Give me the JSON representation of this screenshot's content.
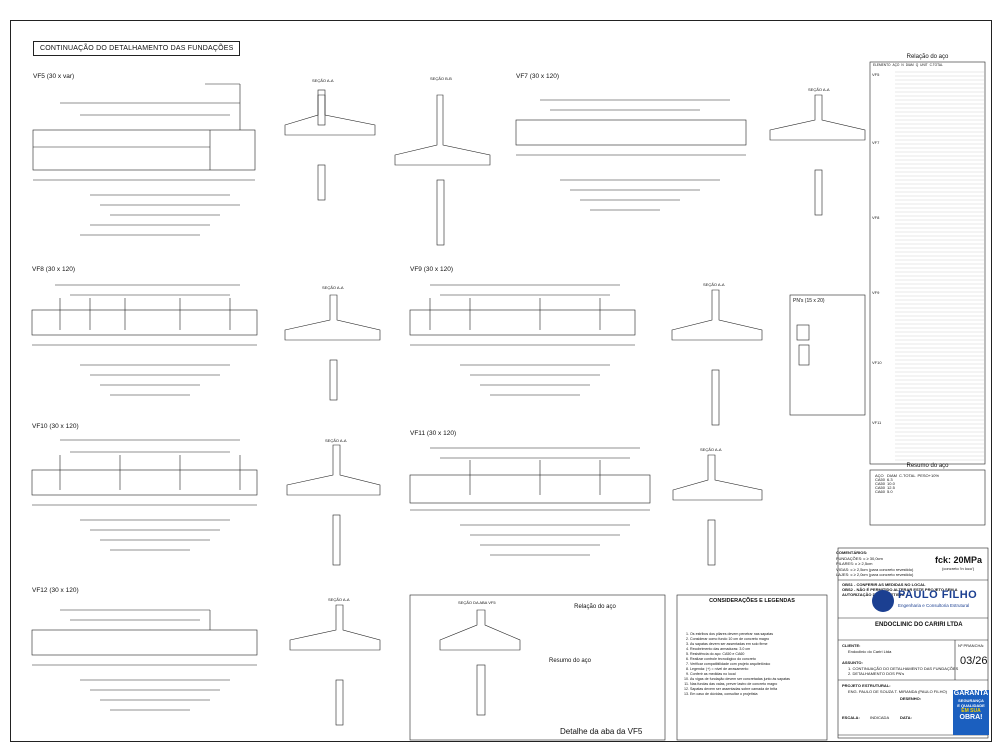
{
  "section_title": "CONTINUAÇÃO DO DETALHAMENTO DAS FUNDAÇÕES",
  "beams": [
    {
      "id": "vf5",
      "label": "VF5 (30 x var)"
    },
    {
      "id": "vf7",
      "label": "VF7 (30 x 120)"
    },
    {
      "id": "vf8",
      "label": "VF8 (30 x 120)"
    },
    {
      "id": "vf9",
      "label": "VF9 (30 x 120)"
    },
    {
      "id": "vf10",
      "label": "VF10 (30 x 120)"
    },
    {
      "id": "vf11",
      "label": "VF11 (30 x 120)"
    },
    {
      "id": "vf12",
      "label": "VF12 (30 x 120)"
    }
  ],
  "section_labels": {
    "aa": "SEÇÃO A-A",
    "bb": "SEÇÃO B-B"
  },
  "pn_label": "PN's (15 x 20)",
  "steel_relation_title": "Relação do aço",
  "steel_summary_title": "Resumo do aço",
  "steel_relation_columns": [
    "ELEMENTO",
    "AÇO",
    "N",
    "DIAM",
    "Q",
    "UNIT",
    "C.TOTAL"
  ],
  "steel_rows_groups": [
    "VF5",
    "VF7",
    "VF8",
    "VF9",
    "VF10",
    "VF11"
  ],
  "summary_columns": [
    "AÇO",
    "DIAM",
    "C.TOTAL",
    "PESO+10%"
  ],
  "summary_rows": [
    [
      "CA50",
      "6.3",
      "",
      ""
    ],
    [
      "CA50",
      "10.0",
      "",
      ""
    ],
    [
      "CA50",
      "12.5",
      "",
      ""
    ],
    [
      "CA60",
      "5.0",
      "",
      ""
    ]
  ],
  "detail_caption": "Detalhe da aba da VF5",
  "detail_section": "SEÇÃO DA ABA VF5",
  "detail_relation_title": "Relação do aço",
  "detail_summary_title": "Resumo do aço",
  "legend_title": "CONSIDERAÇÕES E LEGENDAS",
  "legend_items": [
    "Os estribos dos pilares devem penetrar nas sapatas",
    "Considerar como fundo 10 cm de concreto magro",
    "As sapatas devem ser assentadas em solo firme",
    "Recobrimento das armaduras: 3.0 cm",
    "Resistência do aço: CA50 e CA60",
    "Realizar controle tecnológico do concreto",
    "Verificar compatibilidade com projeto arquitetônico",
    "Legenda: (+) = nível de arrasamento",
    "Conferir as medidas no local",
    "As vigas de fundação devem ser concretadas junto às sapatas",
    "Nas fundas das valas, prever lastro de concreto magro",
    "Sapatas devem ser assentadas sobre camada de brita",
    "Em caso de dúvidas, consultar o projetista"
  ],
  "comments_title": "COMENTÁRIOS:",
  "comments": [
    "FUNDAÇÕES:  c ≥ 30,0cm",
    "PILARES:  c ≥ 2,5cm",
    "VIGAS:  c ≥ 2,5cm (para concreto revestido)",
    "LAJES:  c ≥ 2,0cm (para concreto revestido)"
  ],
  "obs1": "OBS1 - CONFERIR AS MEDIDAS NO LOCAL",
  "obs2": "OBS2 - NÃO É PERMITIDO ALTERAR ESTE PROJETO SEM A AUTORIZAÇÃO DO PROJETISTA",
  "fck": "fck: 20MPa",
  "fck_sub": "(concreto 'in loco')",
  "brand_name": "PAULO FILHO",
  "brand_tagline": "Engenharia e Consultoria Estrutural",
  "client_name": "ENDOCLINIC DO CARIRI LTDA",
  "client_label": "CLIENTE:",
  "client_detail": "Endoclinic do Cariri Ltda",
  "subject_label": "ASSUNTO:",
  "subject_lines": [
    "1. CONTINUAÇÃO DO DETALHAMENTO DAS FUNDAÇÕES",
    "2. DETALHAMENTO DOS PN's"
  ],
  "sheet_number_label": "Nº PRANCHA:",
  "sheet_number": "03/26",
  "structural_project_label": "PROJETO ESTRUTURAL:",
  "engineer": "ENG. PAULO DE SOUZA T. MIRANDA (PAULO FILHO)",
  "drawing_label": "DESENHO:",
  "scale_label": "ESCALA:",
  "date_label": "DATA:",
  "scale_value": "INDICADA",
  "badge_lines": [
    "GARANTA",
    "SEGURANÇA",
    "E QUALIDADE",
    "EM SUA",
    "OBRA!"
  ],
  "colors": {
    "brand": "#1b3f91",
    "badge": "#1b5fbf",
    "badge_accent": "#f5d000"
  }
}
